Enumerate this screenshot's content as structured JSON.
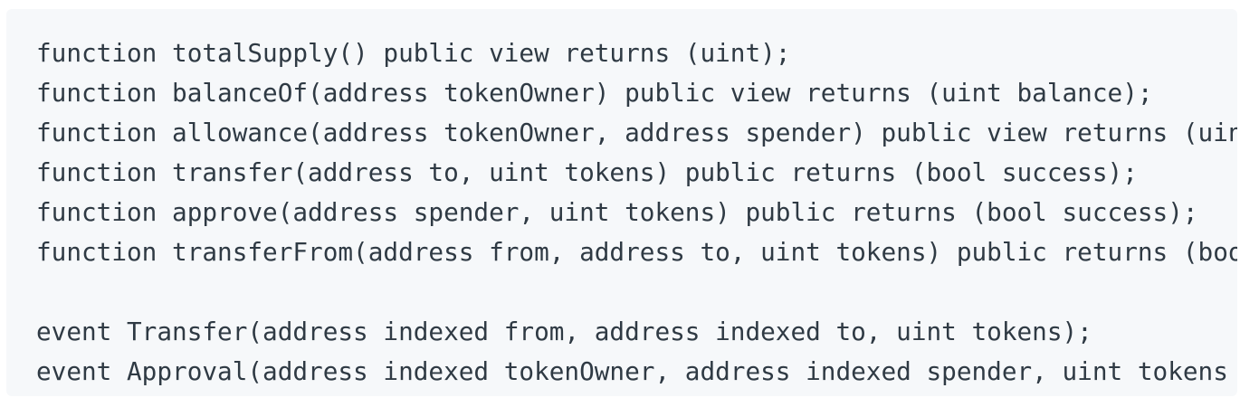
{
  "code": {
    "lines": [
      "function totalSupply() public view returns (uint);",
      "function balanceOf(address tokenOwner) public view returns (uint balance);",
      "function allowance(address tokenOwner, address spender) public view returns (uin",
      "function transfer(address to, uint tokens) public returns (bool success);",
      "function approve(address spender, uint tokens) public returns (bool success);",
      "function transferFrom(address from, address to, uint tokens) public returns (boo",
      "",
      "event Transfer(address indexed from, address indexed to, uint tokens);",
      "event Approval(address indexed tokenOwner, address indexed spender, uint tokens"
    ]
  },
  "colors": {
    "background": "#f6f8fa",
    "text": "#2f3a44"
  }
}
